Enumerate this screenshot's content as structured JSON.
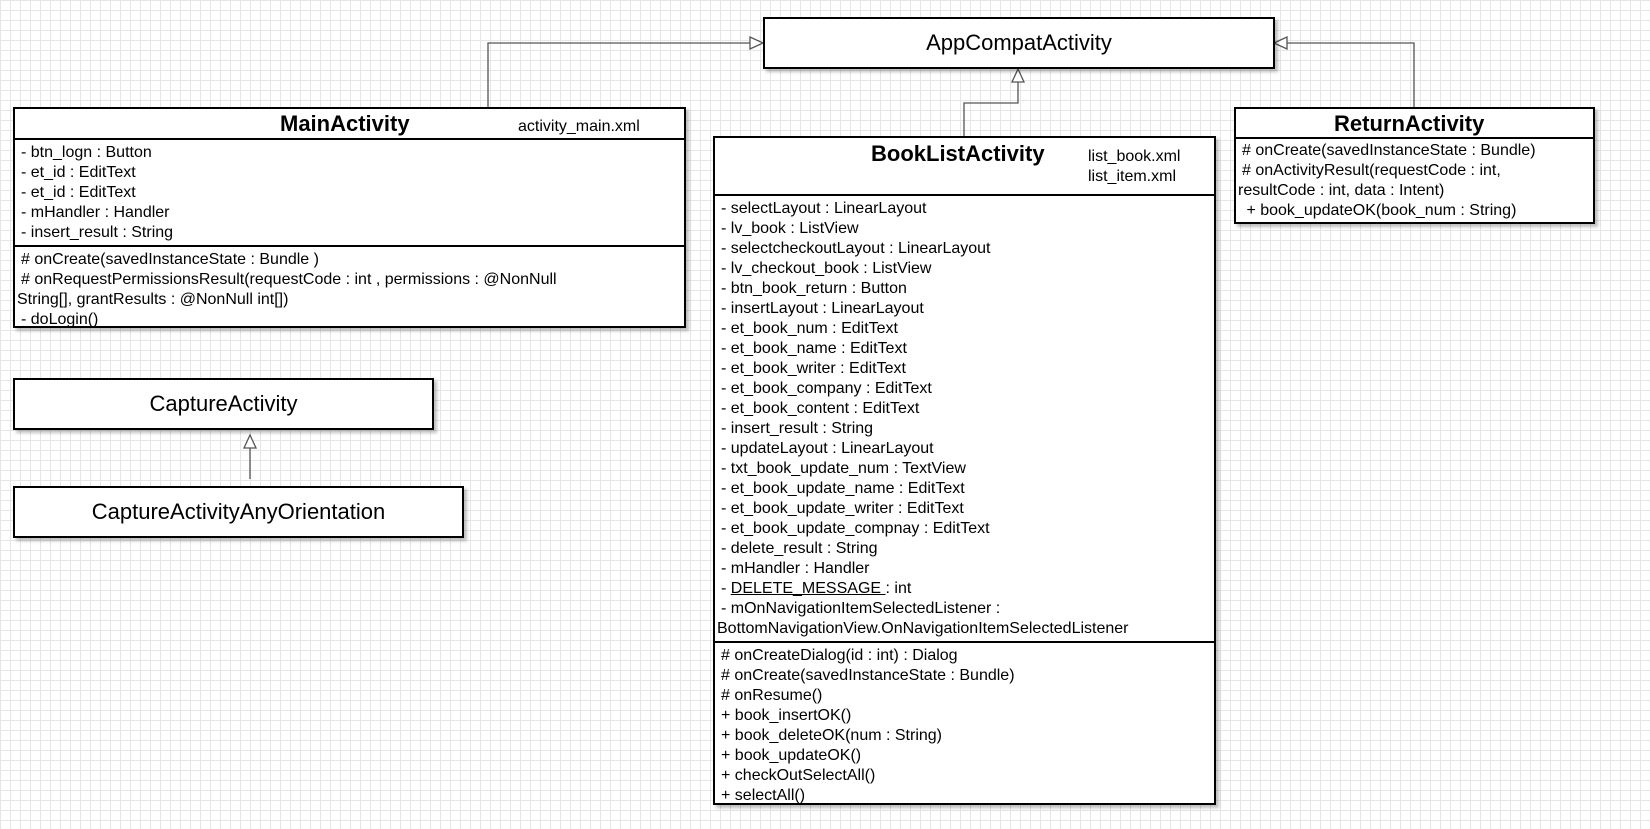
{
  "app_compat": {
    "name": "AppCompatActivity"
  },
  "main_activity": {
    "name": "MainActivity",
    "layout_file": "activity_main.xml",
    "attributes": [
      "- btn_logn : Button",
      "- et_id : EditText",
      "- et_id : EditText",
      "- mHandler : Handler",
      "- insert_result : String"
    ],
    "methods": [
      "# onCreate(savedInstanceState : Bundle )",
      "# onRequestPermissionsResult(requestCode : int , permissions : @NonNull",
      "String[], grantResults : @NonNull int[])",
      "- doLogin()"
    ]
  },
  "capture_activity": {
    "name": "CaptureActivity"
  },
  "capture_any": {
    "name": "CaptureActivityAnyOrientation"
  },
  "book_list_activity": {
    "name": "BookListActivity",
    "layout_files": [
      "list_book.xml",
      "list_item.xml"
    ],
    "attributes": [
      "- selectLayout : LinearLayout",
      "- lv_book : ListView",
      "- selectcheckoutLayout : LinearLayout",
      "- lv_checkout_book  : ListView",
      "- btn_book_return : Button",
      "- insertLayout : LinearLayout",
      "- et_book_num : EditText",
      "- et_book_name : EditText",
      "- et_book_writer : EditText",
      "- et_book_company : EditText",
      "- et_book_content : EditText",
      "- insert_result : String",
      "- updateLayout : LinearLayout",
      "- txt_book_update_num : TextView",
      "- et_book_update_name : EditText",
      "- et_book_update_writer : EditText",
      "- et_book_update_compnay : EditText",
      "- delete_result : String",
      "- mHandler : Handler"
    ],
    "static_attr_prefix": "- ",
    "static_attr_name": "DELETE_MESSAGE ",
    "static_attr_type": ": int",
    "listener_attr": [
      "- mOnNavigationItemSelectedListener :",
      "BottomNavigationView.OnNavigationItemSelectedListener"
    ],
    "methods": [
      "# onCreateDialog(id : int) : Dialog",
      "# onCreate(savedInstanceState : Bundle)",
      "# onResume()",
      "+ book_insertOK()",
      "+ book_deleteOK(num : String)",
      "+ book_updateOK()",
      "+ checkOutSelectAll()",
      "+ selectAll()"
    ]
  },
  "return_activity": {
    "name": "ReturnActivity",
    "methods": [
      "# onCreate(savedInstanceState : Bundle)",
      "# onActivityResult(requestCode : int,",
      "resultCode : int, data : Intent)",
      " + book_updateOK(book_num : String)"
    ]
  }
}
